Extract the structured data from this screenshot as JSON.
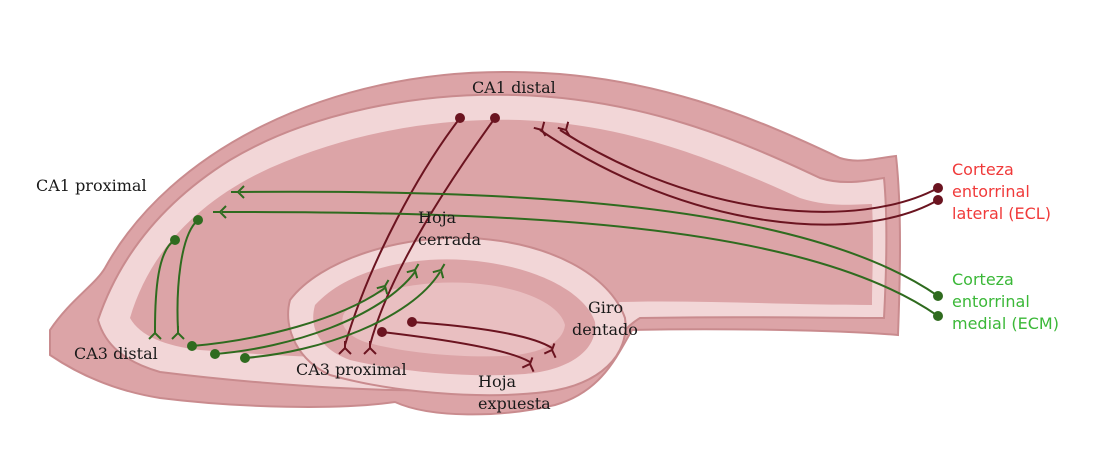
{
  "colors": {
    "tissue_outer": "#c98b8e",
    "tissue_mid": "#dca4a7",
    "tissue_inner": "#e9bfc1",
    "tissue_light": "#f2d6d7",
    "lateral_pathway": "#6b1420",
    "medial_pathway": "#2f6b1f",
    "lateral_text": "#f03a3a",
    "medial_text": "#3bb838"
  },
  "labels": {
    "ca1_distal": "CA1 distal",
    "ca1_proximal": "CA1 proximal",
    "hoja_cerrada": [
      "Hoja",
      "cerrada"
    ],
    "giro_dentado": [
      "Giro",
      "dentado"
    ],
    "ca3_distal": "CA3 distal",
    "ca3_proximal": "CA3 proximal",
    "hoja_expuesta": [
      "Hoja",
      "expuesta"
    ]
  },
  "legend": {
    "lateral": [
      "Corteza",
      "entorrinal",
      "lateral (ECL)"
    ],
    "medial": [
      "Corteza",
      "entorrinal",
      "medial (ECM)"
    ]
  }
}
